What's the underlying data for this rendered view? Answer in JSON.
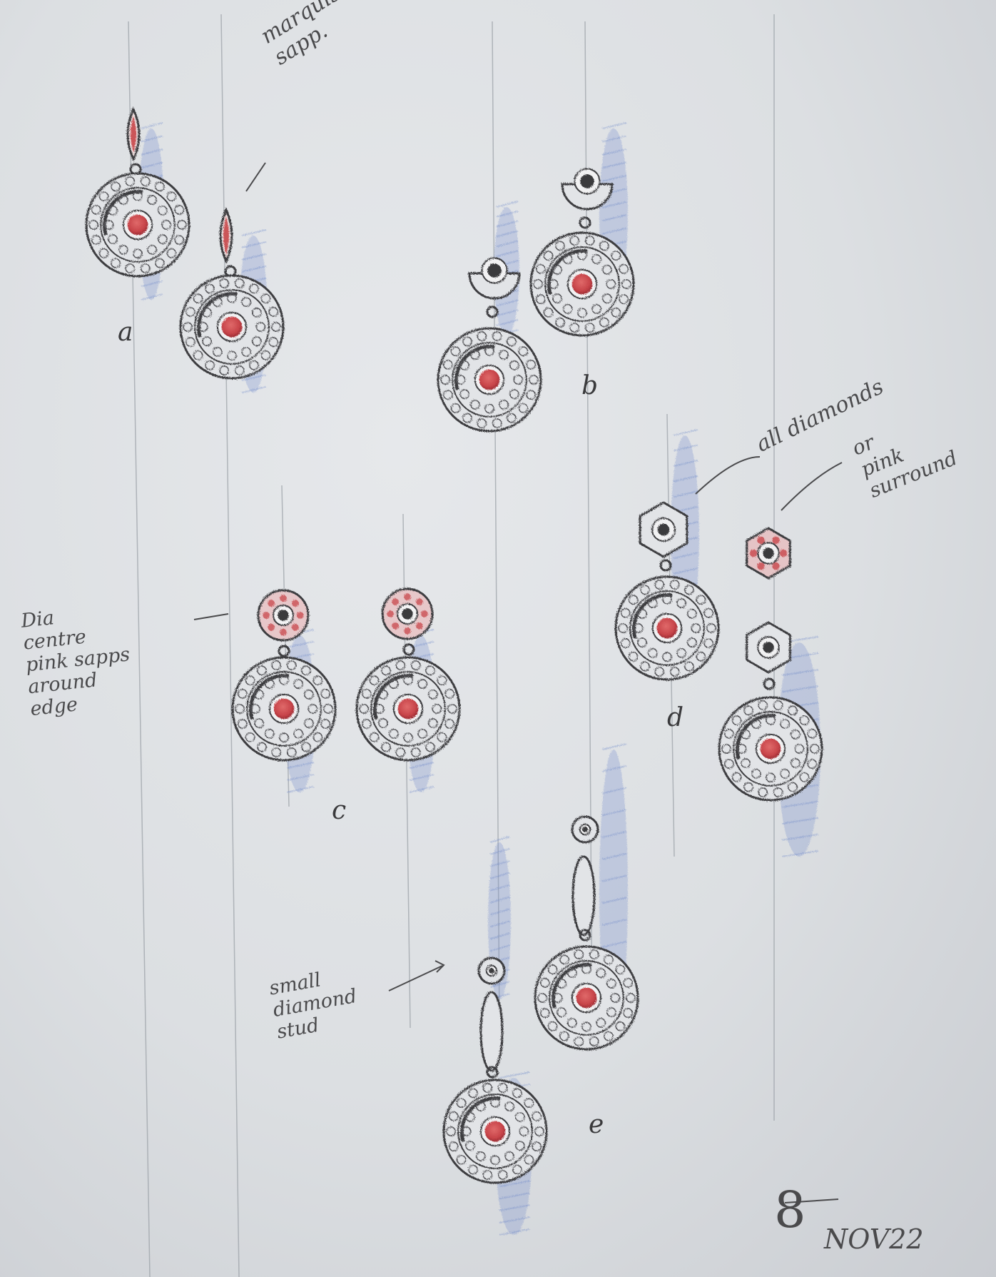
{
  "sketch": {
    "design_labels": {
      "a": "a",
      "b": "b",
      "c": "c",
      "d": "d",
      "e": "e"
    },
    "annotations": {
      "marquise": "marquis pink\nsapp.",
      "all_diamonds": "all diamonds",
      "or_pink": "or\npink\nsurround",
      "dia_centre": "Dia\ncentre\npink sapps\naround\nedge",
      "small_stud": "small\ndiamond\nstud"
    },
    "date": "NOV22",
    "signature_initial": "8",
    "colors": {
      "paper": "#dcdfe2",
      "graphite": "#3d3d40",
      "pink_sapphire": "#c8454a",
      "blue_shadow": "#6b86c9"
    }
  }
}
